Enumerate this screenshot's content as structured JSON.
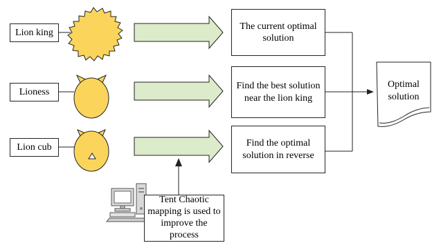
{
  "roles": [
    {
      "key": "lion_king",
      "label": "Lion king",
      "icon": "sun-burst-icon"
    },
    {
      "key": "lioness",
      "label": "Lioness",
      "icon": "horned-circle-icon"
    },
    {
      "key": "lion_cub",
      "label": "Lion cub",
      "icon": "horned-circle-triangle-icon"
    }
  ],
  "stages": [
    {
      "label": "The current optimal solution"
    },
    {
      "label": "Find the best solution near the lion king"
    },
    {
      "label": "Find the optimal solution in reverse"
    }
  ],
  "result": {
    "label": "Optimal solution"
  },
  "improvement_note": {
    "label": "Tent Chaotic mapping is used to improve the process",
    "icon": "computer-icon"
  },
  "colors": {
    "icon_fill": "#fbd55b",
    "arrow_fill": "#dcebc9",
    "stroke": "#222222"
  }
}
